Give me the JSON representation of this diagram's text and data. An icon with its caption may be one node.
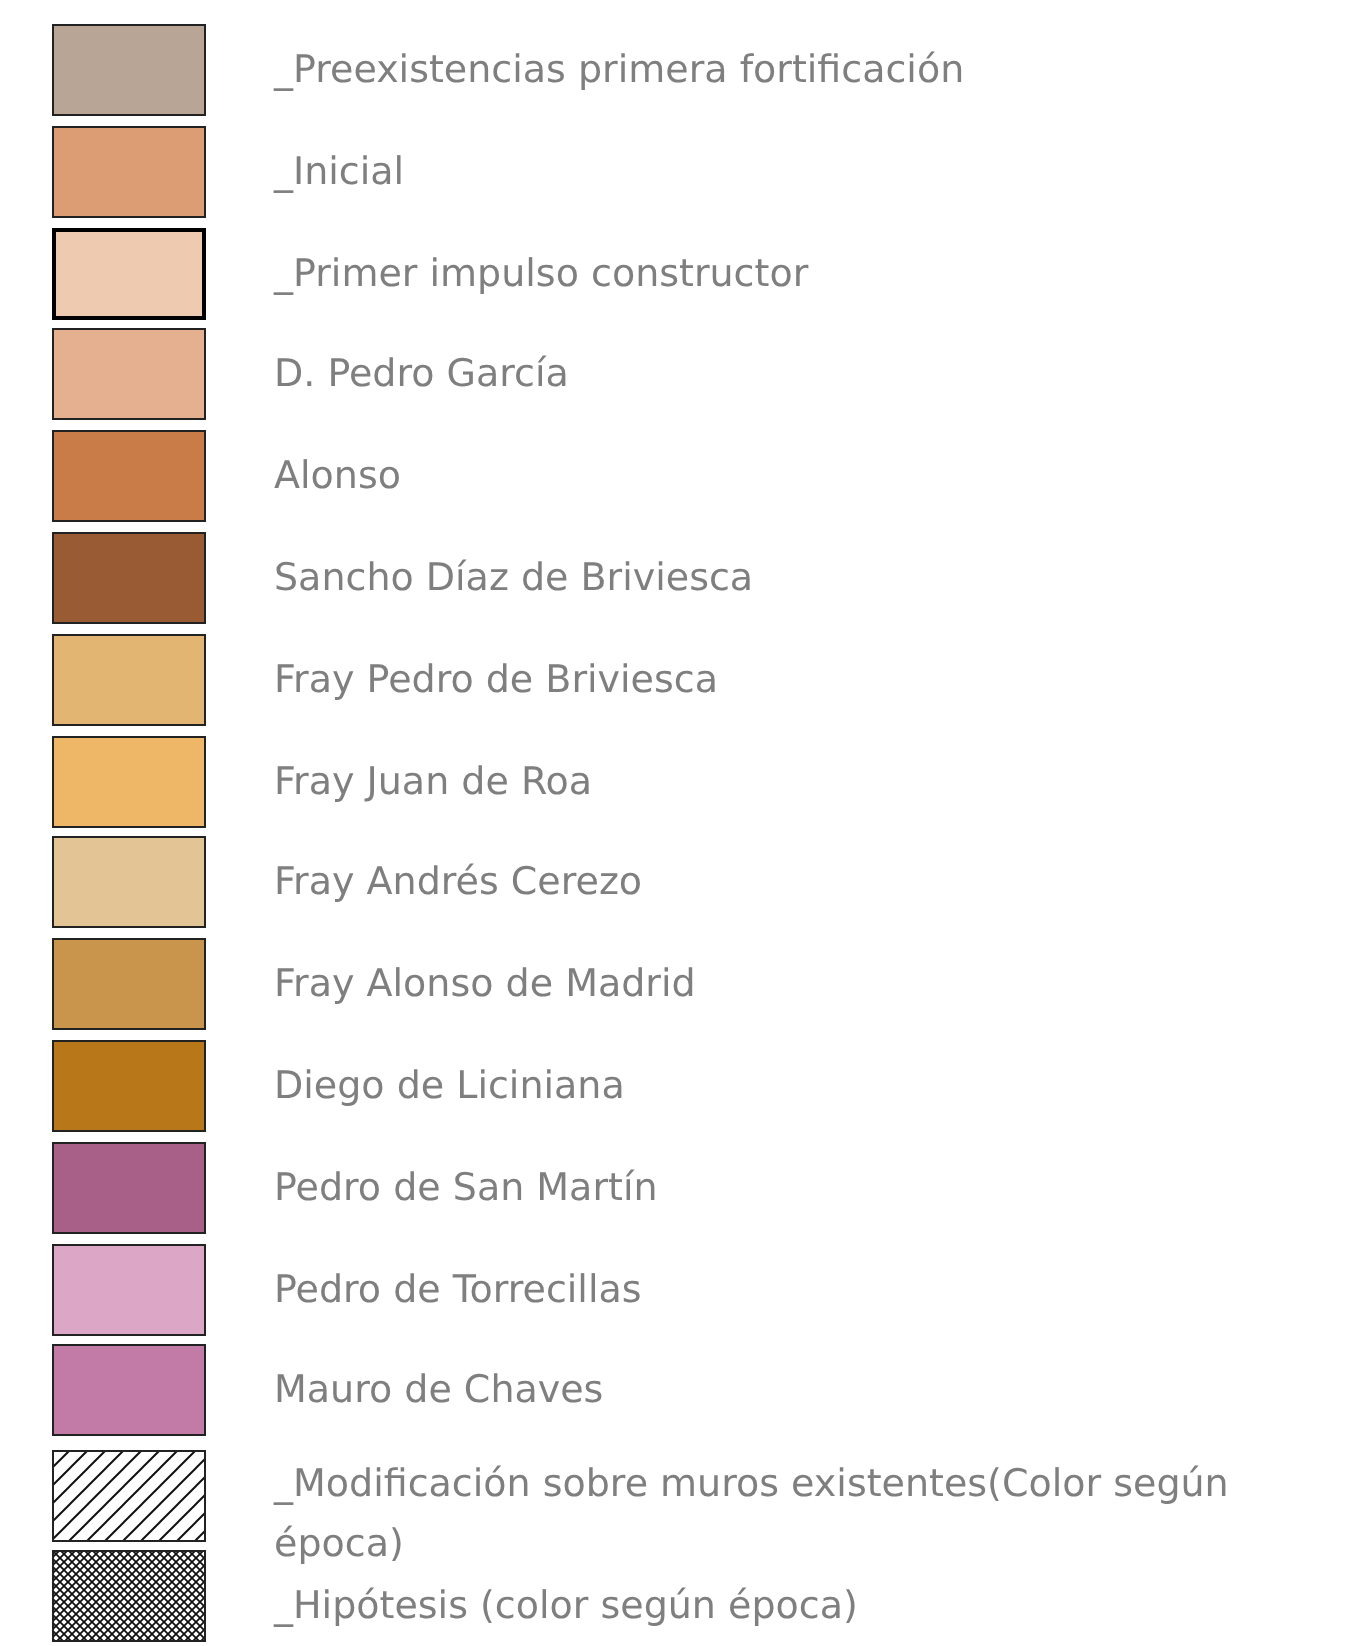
{
  "diagram": {
    "legend": [
      {
        "text": "_Preexistencias primera fortificación",
        "color": "#b9a596"
      },
      {
        "text": "_Inicial",
        "color": "#dc9c74"
      },
      {
        "text": "_Primer impulso constructor",
        "color": "#edcab0"
      },
      {
        "text": "D. Pedro García",
        "color": "#e4b08f"
      },
      {
        "text": "Alonso",
        "color": "#c97c48"
      },
      {
        "text": "Sancho Díaz de Briviesca",
        "color": "#985b33"
      },
      {
        "text": "Fray Pedro de Briviesca",
        "color": "#e2b572"
      },
      {
        "text": "Fray Juan de Roa",
        "color": "#eeb667"
      },
      {
        "text": "Fray Andrés Cerezo",
        "color": "#e3c494"
      },
      {
        "text": "Fray Alonso de Madrid",
        "color": "#c9954c"
      },
      {
        "text": "Diego de Liciniana",
        "color": "#b87719"
      },
      {
        "text": "Pedro de San Martín",
        "color": "#a96088"
      },
      {
        "text": "Pedro de Torrecillas",
        "color": "#dca6c6"
      },
      {
        "text": "Mauro de Chaves",
        "color": "#c17ba6"
      },
      {
        "text": "_Modificación sobre muros existentes(Color según época)"
      },
      {
        "text": "_Hipótesis (color según época)"
      }
    ]
  }
}
